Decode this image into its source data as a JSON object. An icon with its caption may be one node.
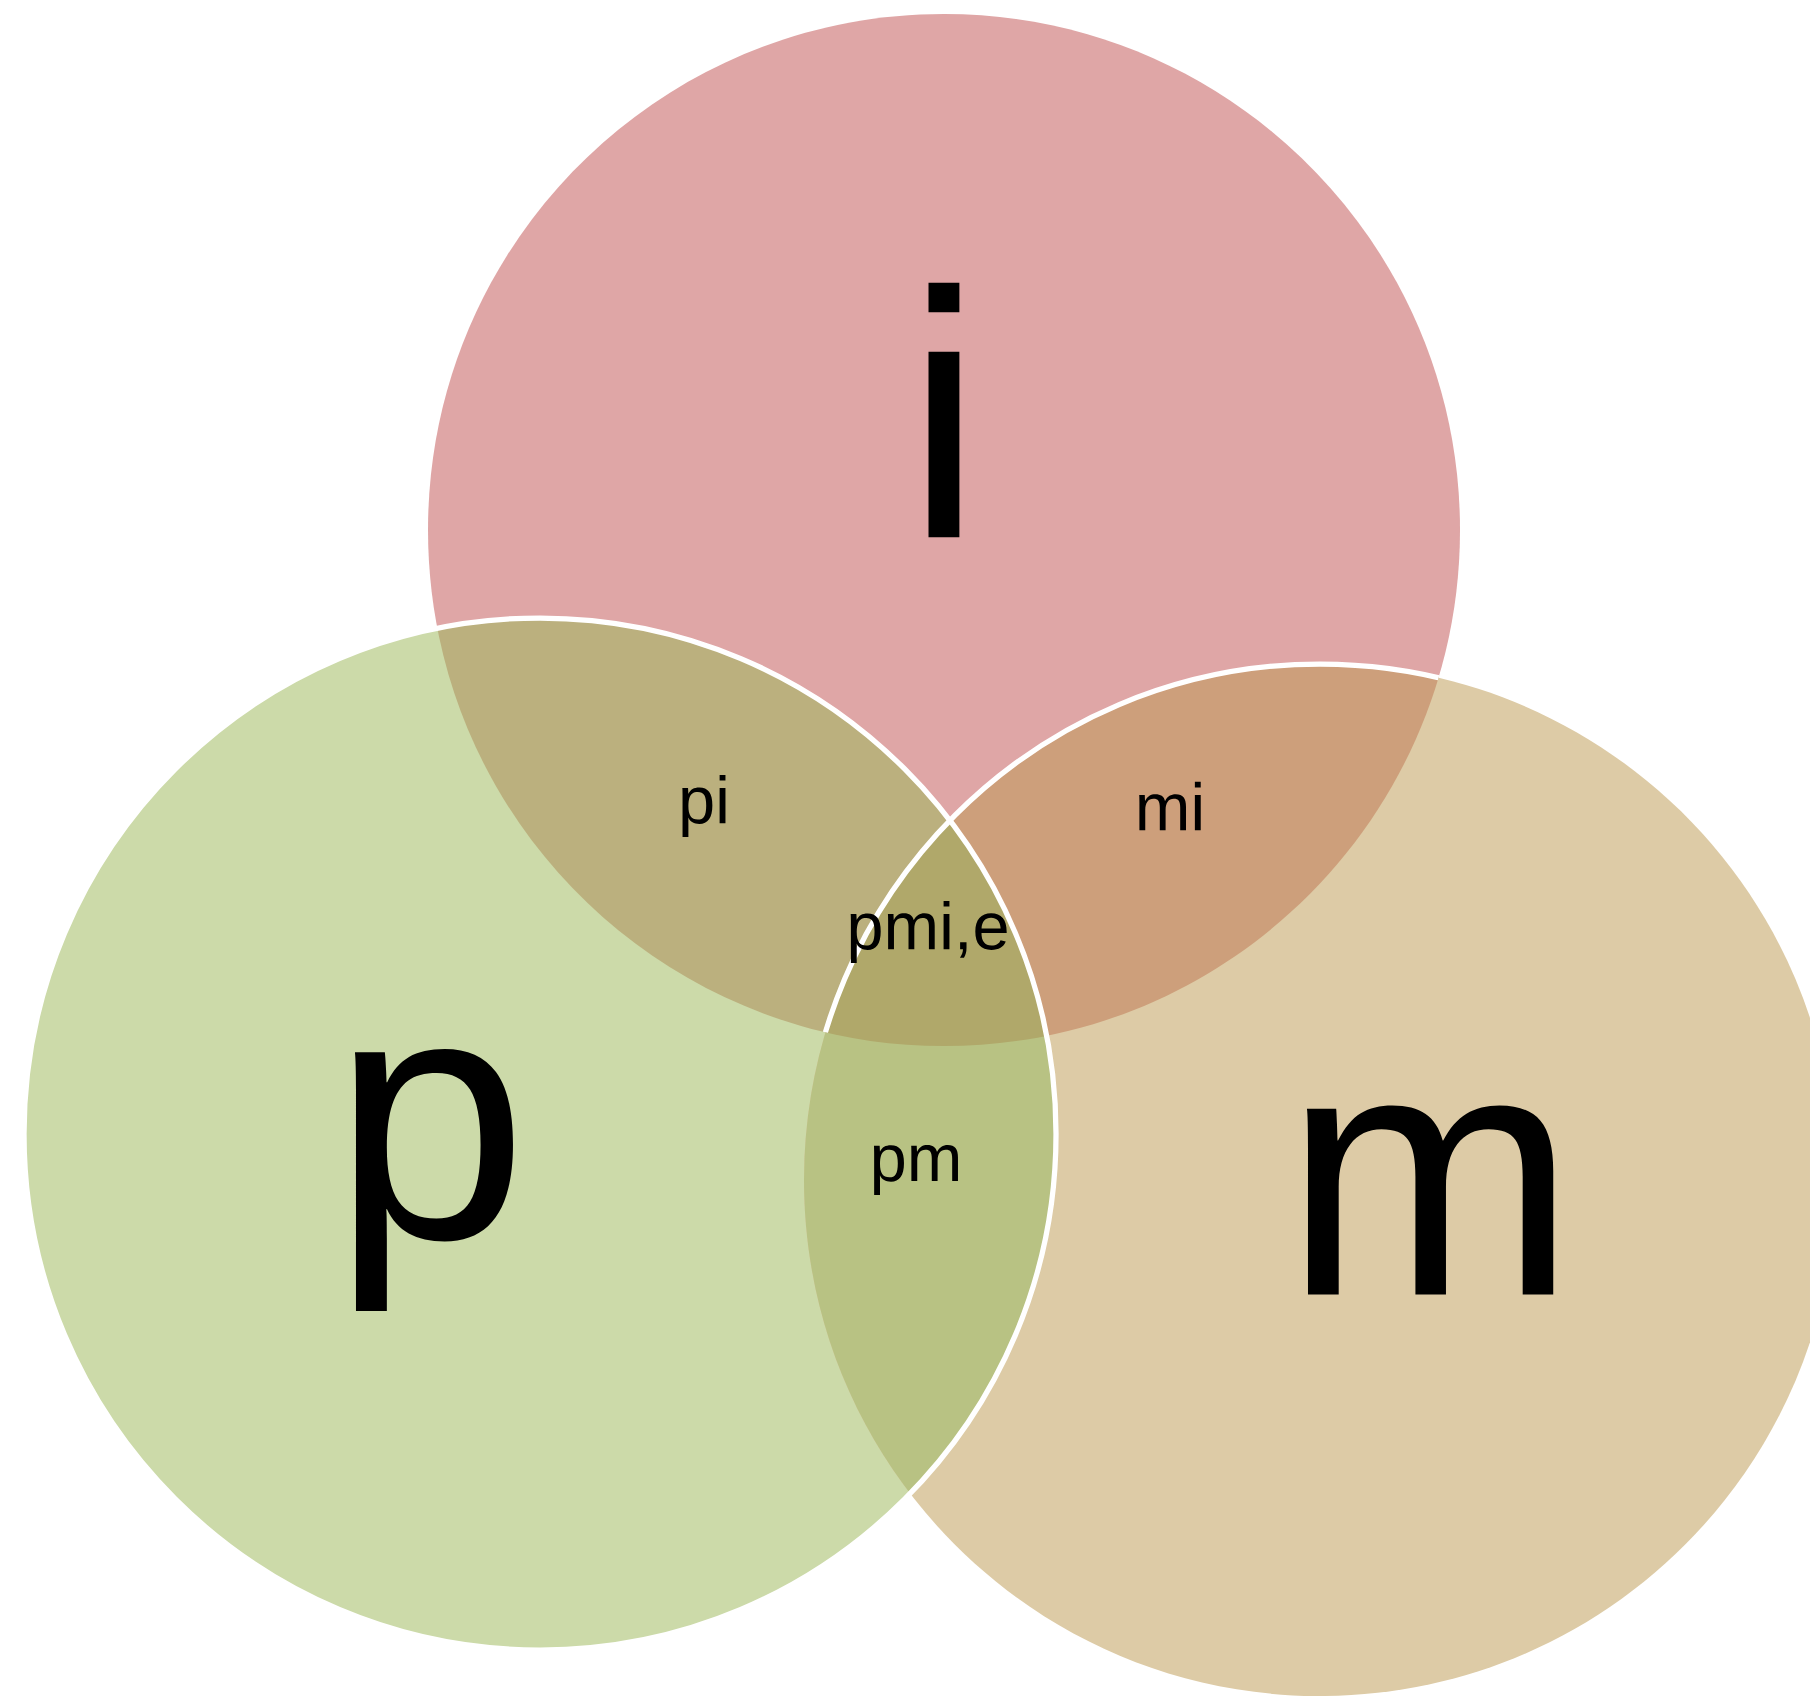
{
  "diagram": {
    "nodes": [
      {
        "text": [
          "i"
        ]
      },
      {
        "text": [
          "p"
        ]
      },
      {
        "text": [
          "m"
        ]
      }
    ],
    "labels": [
      "pi",
      "mi",
      "pmi,e",
      "pm"
    ]
  }
}
